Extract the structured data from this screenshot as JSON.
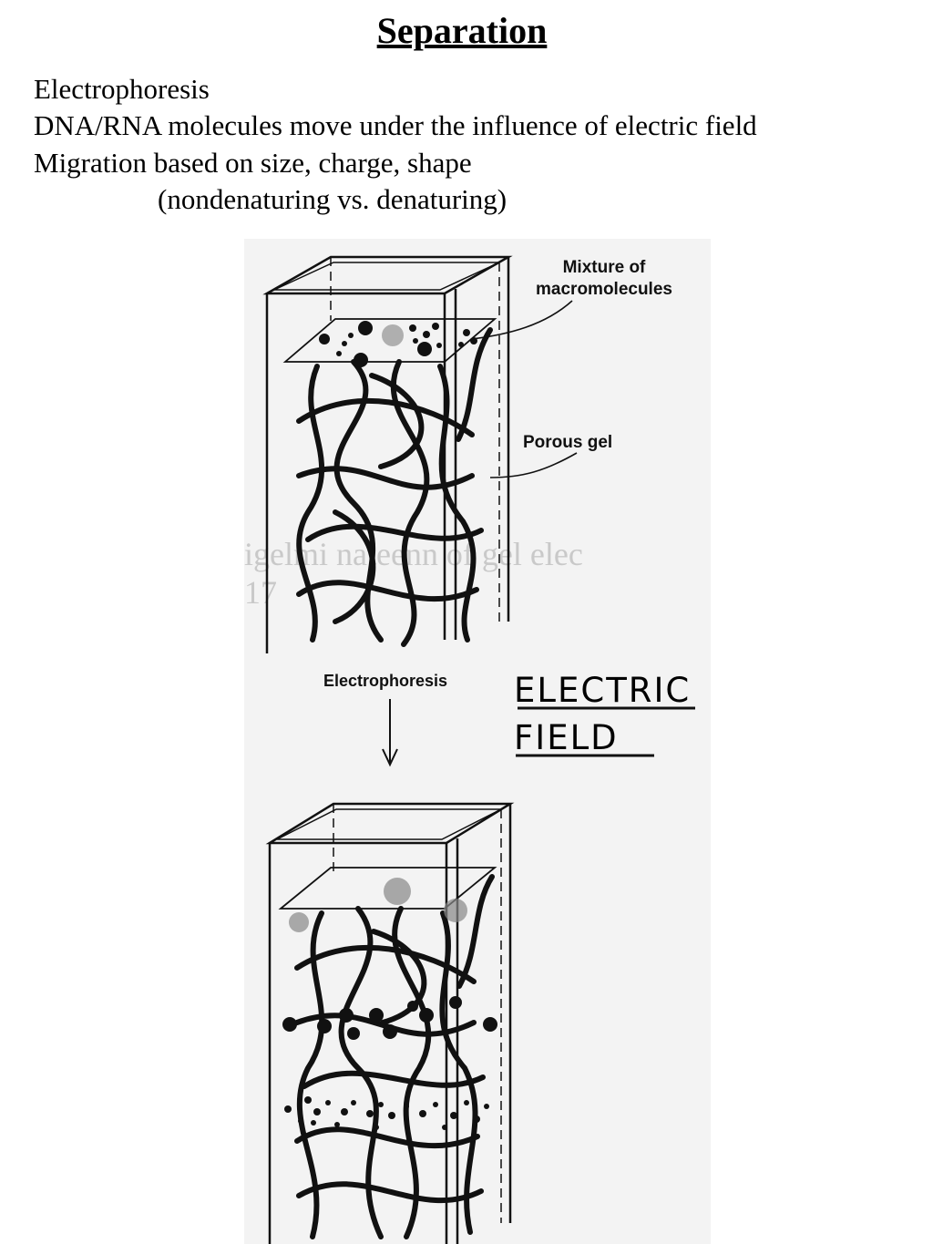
{
  "slide": {
    "title": "Separation",
    "lines": [
      "Electrophoresis",
      "DNA/RNA molecules move under the influence of electric field",
      "Migration based on size, charge, shape",
      "(nondenaturing vs. denaturing)"
    ]
  },
  "figure": {
    "label_mixture": "Mixture of macromolecules",
    "label_gel": "Porous gel",
    "label_arrow": "Electrophoresis",
    "handwritten_line1": "ELECTRIC",
    "handwritten_line2": "FIELD",
    "bleed_through_line1": "igelmi nateenn of gel elec",
    "bleed_through_line2": "17"
  }
}
